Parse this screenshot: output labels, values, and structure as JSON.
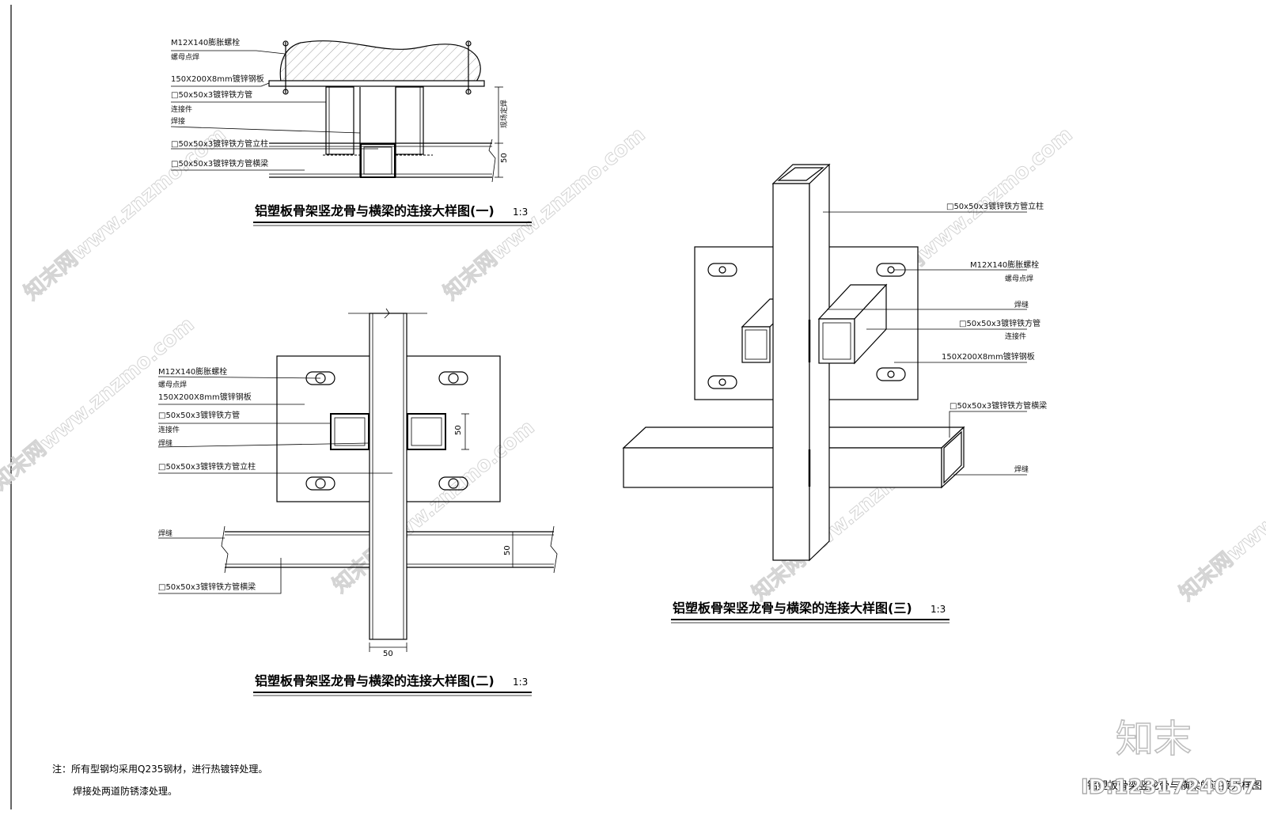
{
  "labels": {
    "bolt": "M12X140膨胀螺栓",
    "nut_weld": "螺母点焊",
    "plate": "150X200X8mm镀锌钢板",
    "tube": "□50x50x3镀锌铁方管",
    "connector": "连接件",
    "weld": "焊接",
    "weld_seam": "焊缝",
    "column": "□50x50x3镀锌铁方管立柱",
    "beam": "□50x50x3镀锌铁方管横梁",
    "onsite": "现场定焊"
  },
  "dims": {
    "d50": "50"
  },
  "titles": {
    "t1": "铝塑板骨架竖龙骨与横梁的连接大样图(一)",
    "t2": "铝塑板骨架竖龙骨与横梁的连接大样图(二)",
    "t3": "铝塑板骨架竖龙骨与横梁的连接大样图(三)",
    "scale": "1:3"
  },
  "notes": {
    "n1": "注：所有型钢均采用Q235钢材，进行热镀锌处理。",
    "n2": "焊接处两道防锈漆处理。"
  },
  "watermarks": {
    "text": "知末网www.znzmo.com"
  },
  "branding": {
    "logo": "知末",
    "id": "ID:1231724057",
    "stamp_title": "铝塑板骨架竖龙骨与横梁的连接大样图"
  }
}
